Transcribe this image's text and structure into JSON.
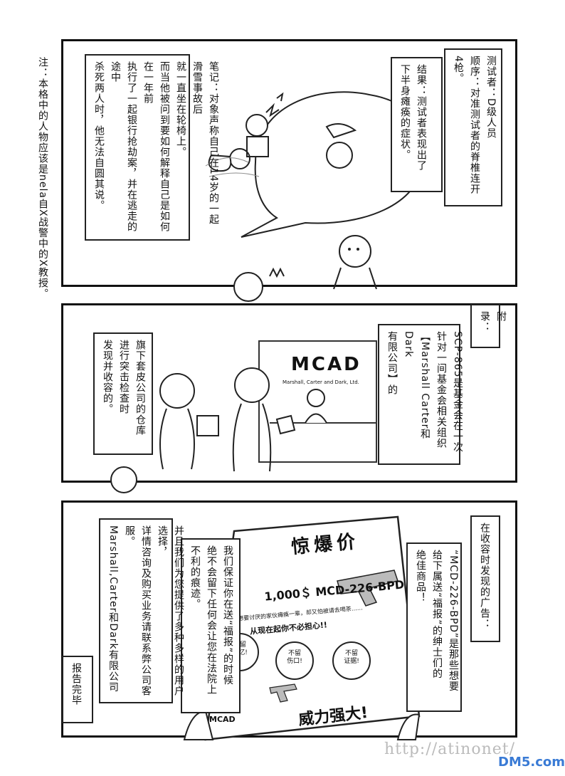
{
  "note": "注：本格中的人物应该是nela自X战警中的X教授。",
  "panel1": {
    "box_subject": "测试者：D级人员\n顺序：对准测试者的脊椎连开4枪。",
    "box_result": "结果：测试者表现出了\n下半身瘫痪的症状。",
    "box_notes": "笔记：对象声称自己在14岁的一起滑雪事故后\n就一直坐在轮椅上。\n而当他被问到要如何解释自己是如何在一年前\n执行了一起银行抢劫案，并在逃走的途中\n杀死两人时，他无法自圆其说。"
  },
  "panel2": {
    "tag": "附录：",
    "box_main": "SCP-865是基金会在一次\n针对一间基金会相关组织\n【Marshall Carter和Dark\n有限公司】的",
    "box_side": "旗下套皮公司的仓库\n进行突击检查时\n发现并收容的。",
    "sign_logo": "MCAD",
    "sign_sub": "Marshall, Carter and Dark, Ltd."
  },
  "panel3": {
    "tag": "在收容时发现的广告：",
    "box_ad": "“MCD-226-BPD”是那些想要\n给下属送“福报”的绅士们的\n绝佳商品！",
    "box_guarantee": "我们保证你在送“福报”的时候\n绝不会留下任何会让您在法院上\n不利的痕迹。",
    "box_contact": "并且我们为您提供了多种多样的用户选择，\n详情咨询及购买业务请联系弊公司客服。\nMarshall,Carter和Dark有限公司",
    "end_tag": "报告完毕",
    "flyer_title": "惊爆价",
    "flyer_price": "1,000＄ MCD-226-BPD",
    "flyer_line1": "想要讨厌的家伙瘫痪一辈，却又怕被请去喝茶……",
    "flyer_line2": "从现在起你不必担心!!",
    "badge1": "不留\n记忆!",
    "badge2": "不留\n伤口!",
    "badge3": "不留\n证据!",
    "flyer_slogan": "威力强大!",
    "flyer_logo": "MCAD"
  },
  "watermark": "http://atinonet/",
  "site_logo": "DM5.com"
}
